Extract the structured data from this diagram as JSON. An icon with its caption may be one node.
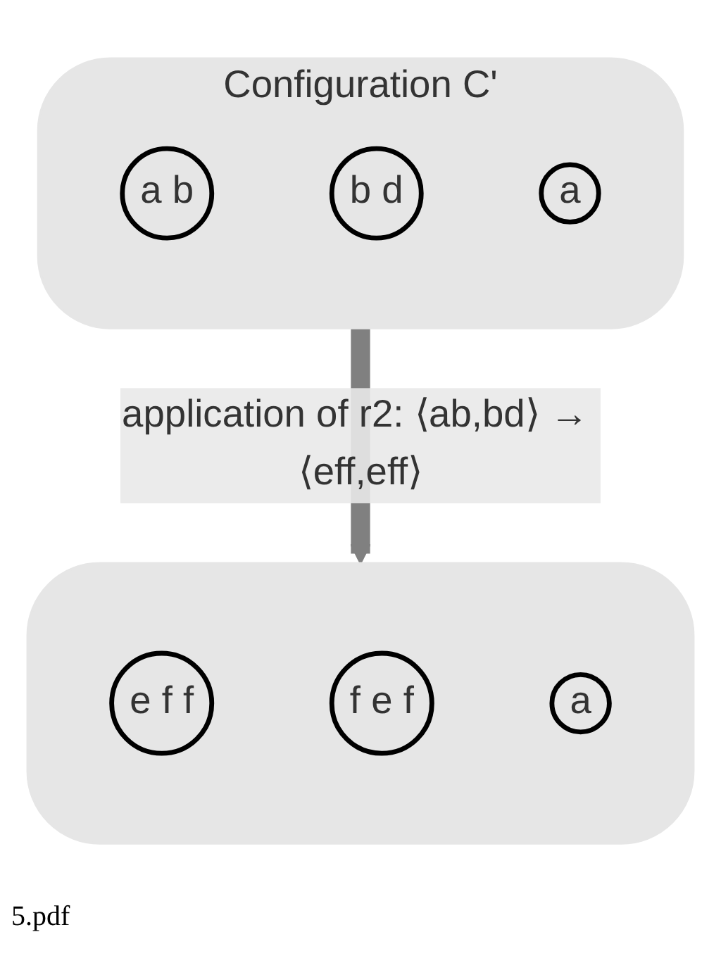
{
  "diagram": {
    "nodes": [
      {
        "text": [
          "Configuration C'"
        ]
      },
      {
        "text": [
          "a b"
        ],
        "in": 0
      },
      {
        "text": [
          "b d"
        ],
        "in": 0
      },
      {
        "text": [
          "a"
        ],
        "in": 0
      },
      {
        "text": [],
        "shape": "box"
      },
      {
        "text": [
          "e f f"
        ],
        "in": 4
      },
      {
        "text": [
          "f e f"
        ],
        "in": 4
      },
      {
        "text": [
          "a"
        ],
        "in": 4
      }
    ],
    "edges": [
      {
        "from": 0,
        "to": 4,
        "arrow": "to",
        "label": "application of r2: ⟨ab,bd⟩ → ⟨eff,eff⟩",
        "color": "#808080"
      }
    ],
    "labels": [
      "5.pdf"
    ]
  }
}
